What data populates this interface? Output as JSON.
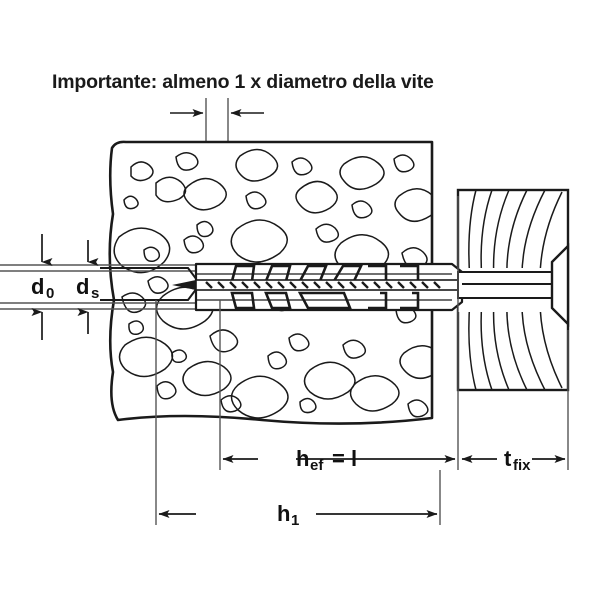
{
  "title": "Importante: almeno 1 x diametro della vite",
  "labels": {
    "d0_base": "d",
    "d0_sub": "0",
    "ds_base": "d",
    "ds_sub": "s",
    "hef_base": "h",
    "hef_sub": "ef",
    "hef_tail": "= l",
    "tfix_base": "t",
    "tfix_sub": "fix",
    "h1_base": "h",
    "h1_sub": "1"
  },
  "colors": {
    "line": "#1a1a1a",
    "thin": "#555555",
    "background": "#ffffff",
    "text": "#111111"
  },
  "diagram": {
    "subject": "wall-plug-anchor-cross-section",
    "materials": [
      "concrete-block",
      "nylon-plug",
      "screw",
      "wood-fixture"
    ]
  }
}
